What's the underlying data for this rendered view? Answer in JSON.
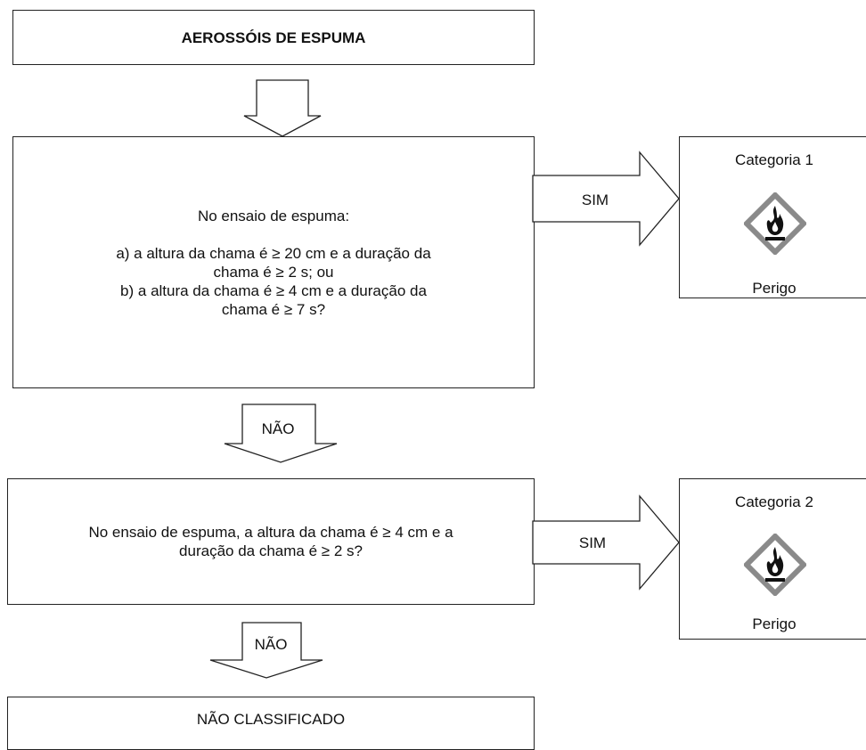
{
  "title": "AEROSSÓIS DE ESPUMA",
  "question1": {
    "intro": "No ensaio de espuma:",
    "line_a1": "a) a altura da chama é ≥ 20 cm e a duração da",
    "line_a2": "chama é ≥ 2 s; ou",
    "line_b1": "b) a altura da chama é ≥ 4 cm e a duração da",
    "line_b2": "chama é ≥ 7 s?"
  },
  "question2": {
    "line1": "No ensaio de espuma, a altura da chama é ≥ 4 cm e a",
    "line2": "duração da chama é ≥ 2 s?"
  },
  "result_not_classified": "NÃO CLASSIFICADO",
  "yes_label": "SIM",
  "no_label": "NÃO",
  "category1": {
    "title": "Categoria 1",
    "signal_word": "Perigo",
    "pictogram": "flame-pictogram"
  },
  "category2": {
    "title": "Categoria 2",
    "signal_word": "Perigo",
    "pictogram": "flame-pictogram"
  },
  "colors": {
    "pictogram_border": "#8a8a8a",
    "line": "#222222"
  }
}
